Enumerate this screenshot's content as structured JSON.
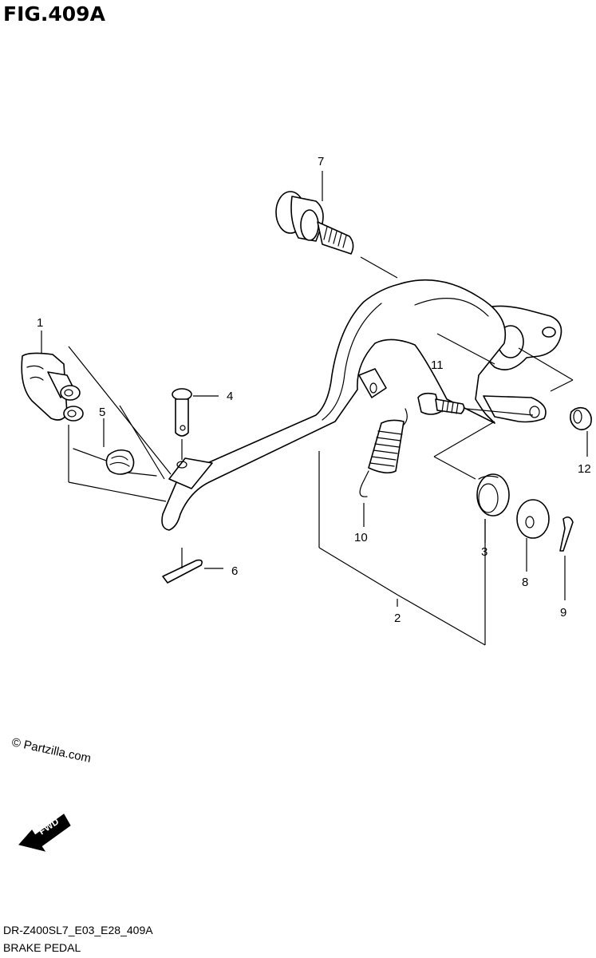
{
  "figure": {
    "title": "FIG.409A",
    "code": "DR-Z400SL7_E03_E28_409A",
    "name": "BRAKE PEDAL"
  },
  "watermark": {
    "text": "© Partzilla.com"
  },
  "direction_badge": {
    "text": "FWD"
  },
  "callouts": [
    {
      "id": "c1",
      "label": "1"
    },
    {
      "id": "c2",
      "label": "2"
    },
    {
      "id": "c3",
      "label": "3"
    },
    {
      "id": "c4",
      "label": "4"
    },
    {
      "id": "c5",
      "label": "5"
    },
    {
      "id": "c6",
      "label": "6"
    },
    {
      "id": "c7",
      "label": "7"
    },
    {
      "id": "c8",
      "label": "8"
    },
    {
      "id": "c9",
      "label": "9"
    },
    {
      "id": "c10",
      "label": "10"
    },
    {
      "id": "c11",
      "label": "11"
    },
    {
      "id": "c12",
      "label": "12"
    }
  ]
}
